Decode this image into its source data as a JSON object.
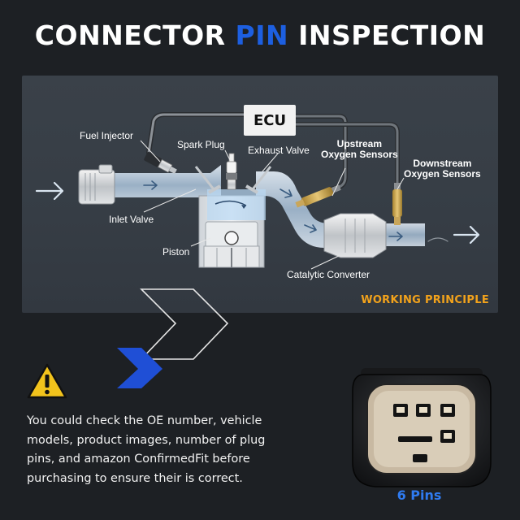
{
  "header": {
    "title_part1": "CONNECTOR ",
    "title_accent": "PIN",
    "title_part2": " INSPECTION",
    "accent_color": "#1d5fe0"
  },
  "diagram": {
    "ecu": "ECU",
    "labels": {
      "fuel_injector": "Fuel Injector",
      "spark_plug": "Spark Plug",
      "exhaust_valve": "Exhaust Valve",
      "upstream": [
        "Upstream",
        "Oxygen Sensors"
      ],
      "downstream": [
        "Downstream",
        "Oxygen Sensors"
      ],
      "inlet_valve": "Inlet Valve",
      "piston": "Piston",
      "catalytic_converter": "Catalytic Converter"
    },
    "footer": "WORKING PRINCIPLE",
    "footer_color": "#f2a21b"
  },
  "notice": {
    "icon": "warning-triangle-icon",
    "text": "You could check the OE number, vehicle models, product images, number of plug pins, and amazon ConfirmedFit before purchasing to ensure their is correct."
  },
  "connector": {
    "pin_count_label": "6 Pins",
    "label_color": "#2f7bf0"
  }
}
